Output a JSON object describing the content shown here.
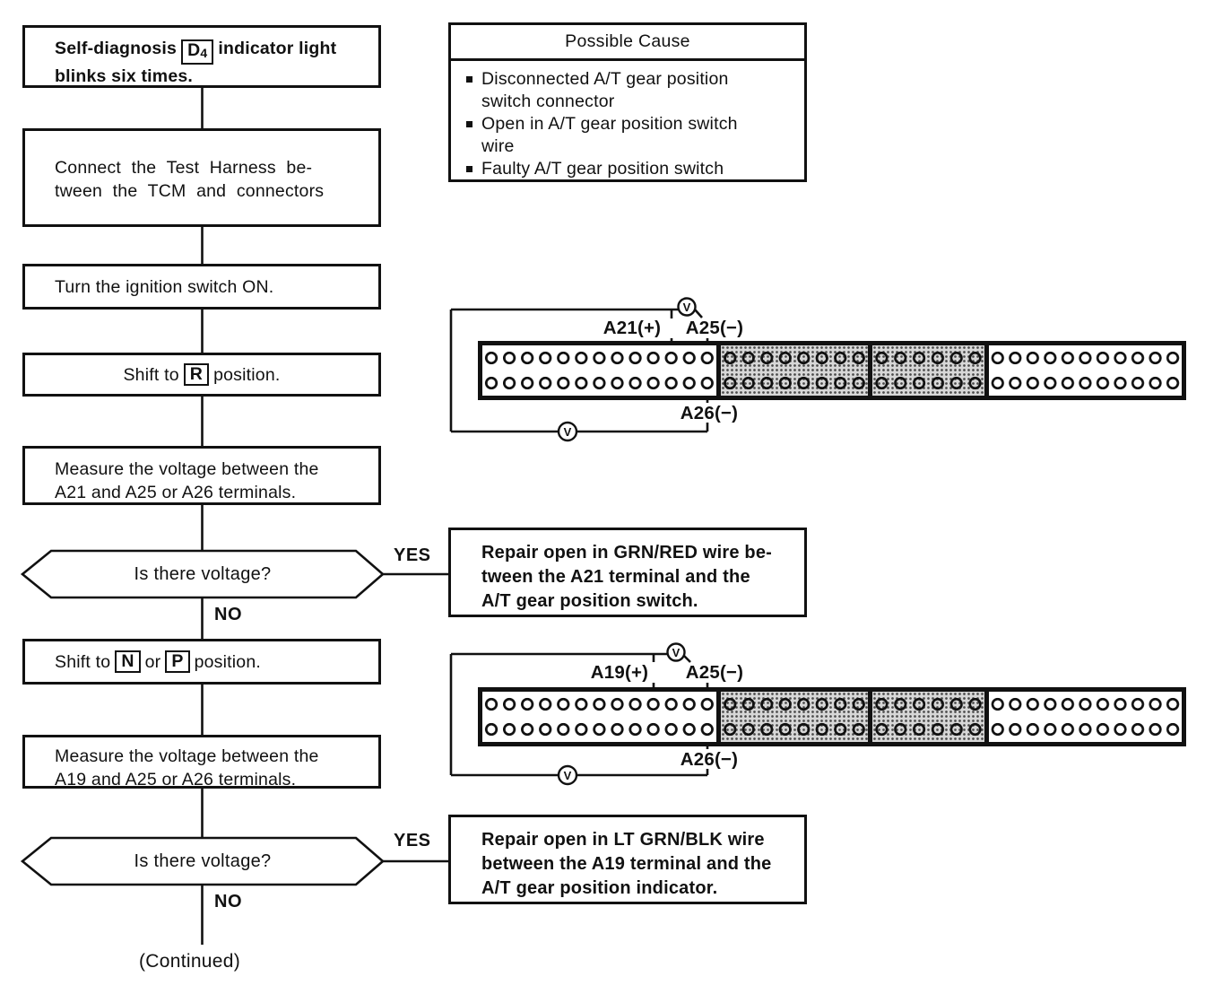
{
  "flow": {
    "b1": {
      "pre": "Self-diagnosis",
      "key": "D",
      "key_sub": "4",
      "post_line1": "indicator light",
      "line2": "blinks six times."
    },
    "b2": {
      "lines": [
        "Connect the Test Harness be-",
        "tween the TCM and connectors"
      ]
    },
    "b3": {
      "text": "Turn the ignition switch ON."
    },
    "b4": {
      "pre": "Shift to",
      "key": "R",
      "post": "position."
    },
    "b5": {
      "lines": [
        "Measure the voltage between the",
        "A21 and A25 or A26 terminals."
      ]
    },
    "b6": {
      "pre": "Shift to",
      "key1": "N",
      "mid": "or",
      "key2": "P",
      "post": "position."
    },
    "b7": {
      "lines": [
        "Measure the voltage between the",
        "A19 and A25 or A26 terminals."
      ]
    },
    "d1": {
      "text": "Is there voltage?",
      "yes": "YES",
      "no": "NO"
    },
    "d2": {
      "text": "Is there voltage?",
      "yes": "YES",
      "no": "NO"
    },
    "continued": "(Continued)"
  },
  "possible_cause": {
    "title": "Possible Cause",
    "items": [
      [
        "Disconnected A/T gear position",
        "switch connector"
      ],
      [
        "Open in A/T gear position switch",
        "wire"
      ],
      [
        "Faulty A/T gear position switch"
      ]
    ]
  },
  "repairs": {
    "r1": {
      "lines": [
        "Repair open in GRN/RED wire be-",
        "tween the A21 terminal and the",
        "A/T gear position switch."
      ]
    },
    "r2": {
      "lines": [
        "Repair open in LT GRN/BLK wire",
        "between the A19 terminal and the",
        "A/T gear position indicator."
      ]
    }
  },
  "connectors": {
    "c1": {
      "plus": "A21(+)",
      "minus_top": "A25(−)",
      "minus_bottom": "A26(−)",
      "meter": "V",
      "sections": [
        {
          "cols": 13,
          "shaded": false
        },
        {
          "cols": 8,
          "shaded": true
        },
        {
          "cols": 6,
          "shaded": true
        },
        {
          "cols": 11,
          "shaded": false
        }
      ]
    },
    "c2": {
      "plus": "A19(+)",
      "minus_top": "A25(−)",
      "minus_bottom": "A26(−)",
      "meter": "V",
      "sections": [
        {
          "cols": 13,
          "shaded": false
        },
        {
          "cols": 8,
          "shaded": true
        },
        {
          "cols": 6,
          "shaded": true
        },
        {
          "cols": 11,
          "shaded": false
        }
      ]
    }
  },
  "colors": {
    "ink": "#111111",
    "paper": "#ffffff",
    "shade": "#d7d7d7"
  }
}
